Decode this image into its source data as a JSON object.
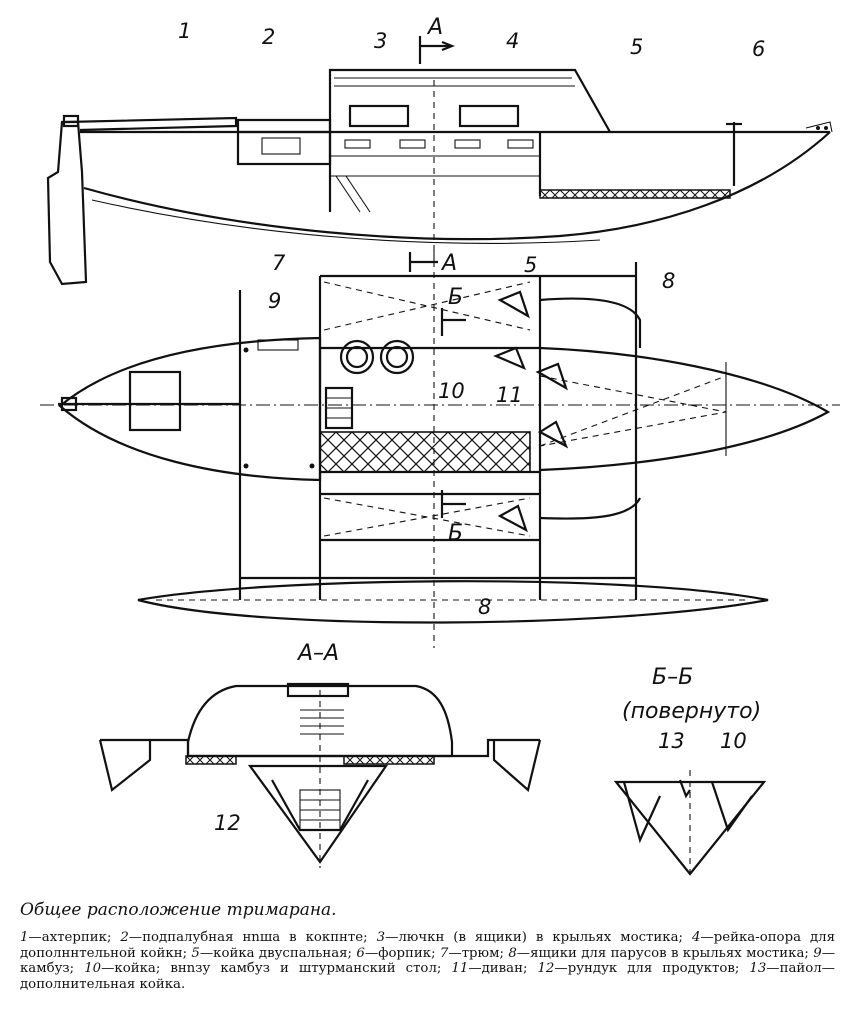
{
  "labels": {
    "n1": "1",
    "n2": "2",
    "n3": "3",
    "n4": "4",
    "n5": "5",
    "n6": "6",
    "n7": "7",
    "n8": "8",
    "n9": "9",
    "n10": "10",
    "n11": "11",
    "n12": "12",
    "n13": "13",
    "cut_a": "А",
    "cut_b": "Б",
    "section_aa": "А–А",
    "section_bb": "Б–Б",
    "section_bb_note": "(повернуто)"
  },
  "caption": {
    "title": "Общее расположение тримарана.",
    "items": [
      {
        "num": "1",
        "text": "ахтерпик;"
      },
      {
        "num": "2",
        "text": "подпалубная нnша в кокпнте;"
      },
      {
        "num": "3",
        "text": "лючкн (в ящики) в крыльях мостика;"
      },
      {
        "num": "4",
        "text": "рейка-опора для дополннтельной койкн;"
      },
      {
        "num": "5",
        "text": "койка двуспальная;"
      },
      {
        "num": "6",
        "text": "форпик;"
      },
      {
        "num": "7",
        "text": "трюм;"
      },
      {
        "num": "8",
        "text": "ящики для парусов в крыльях мостика;"
      },
      {
        "num": "9",
        "text": "камбуз;"
      },
      {
        "num": "10",
        "text": "койка; внnзу камбуз и штурманский стол;"
      },
      {
        "num": "11",
        "text": "диван;"
      },
      {
        "num": "12",
        "text": "рундук для продуктов;"
      },
      {
        "num": "13",
        "text": "пайол—дополнительная койка."
      }
    ]
  }
}
